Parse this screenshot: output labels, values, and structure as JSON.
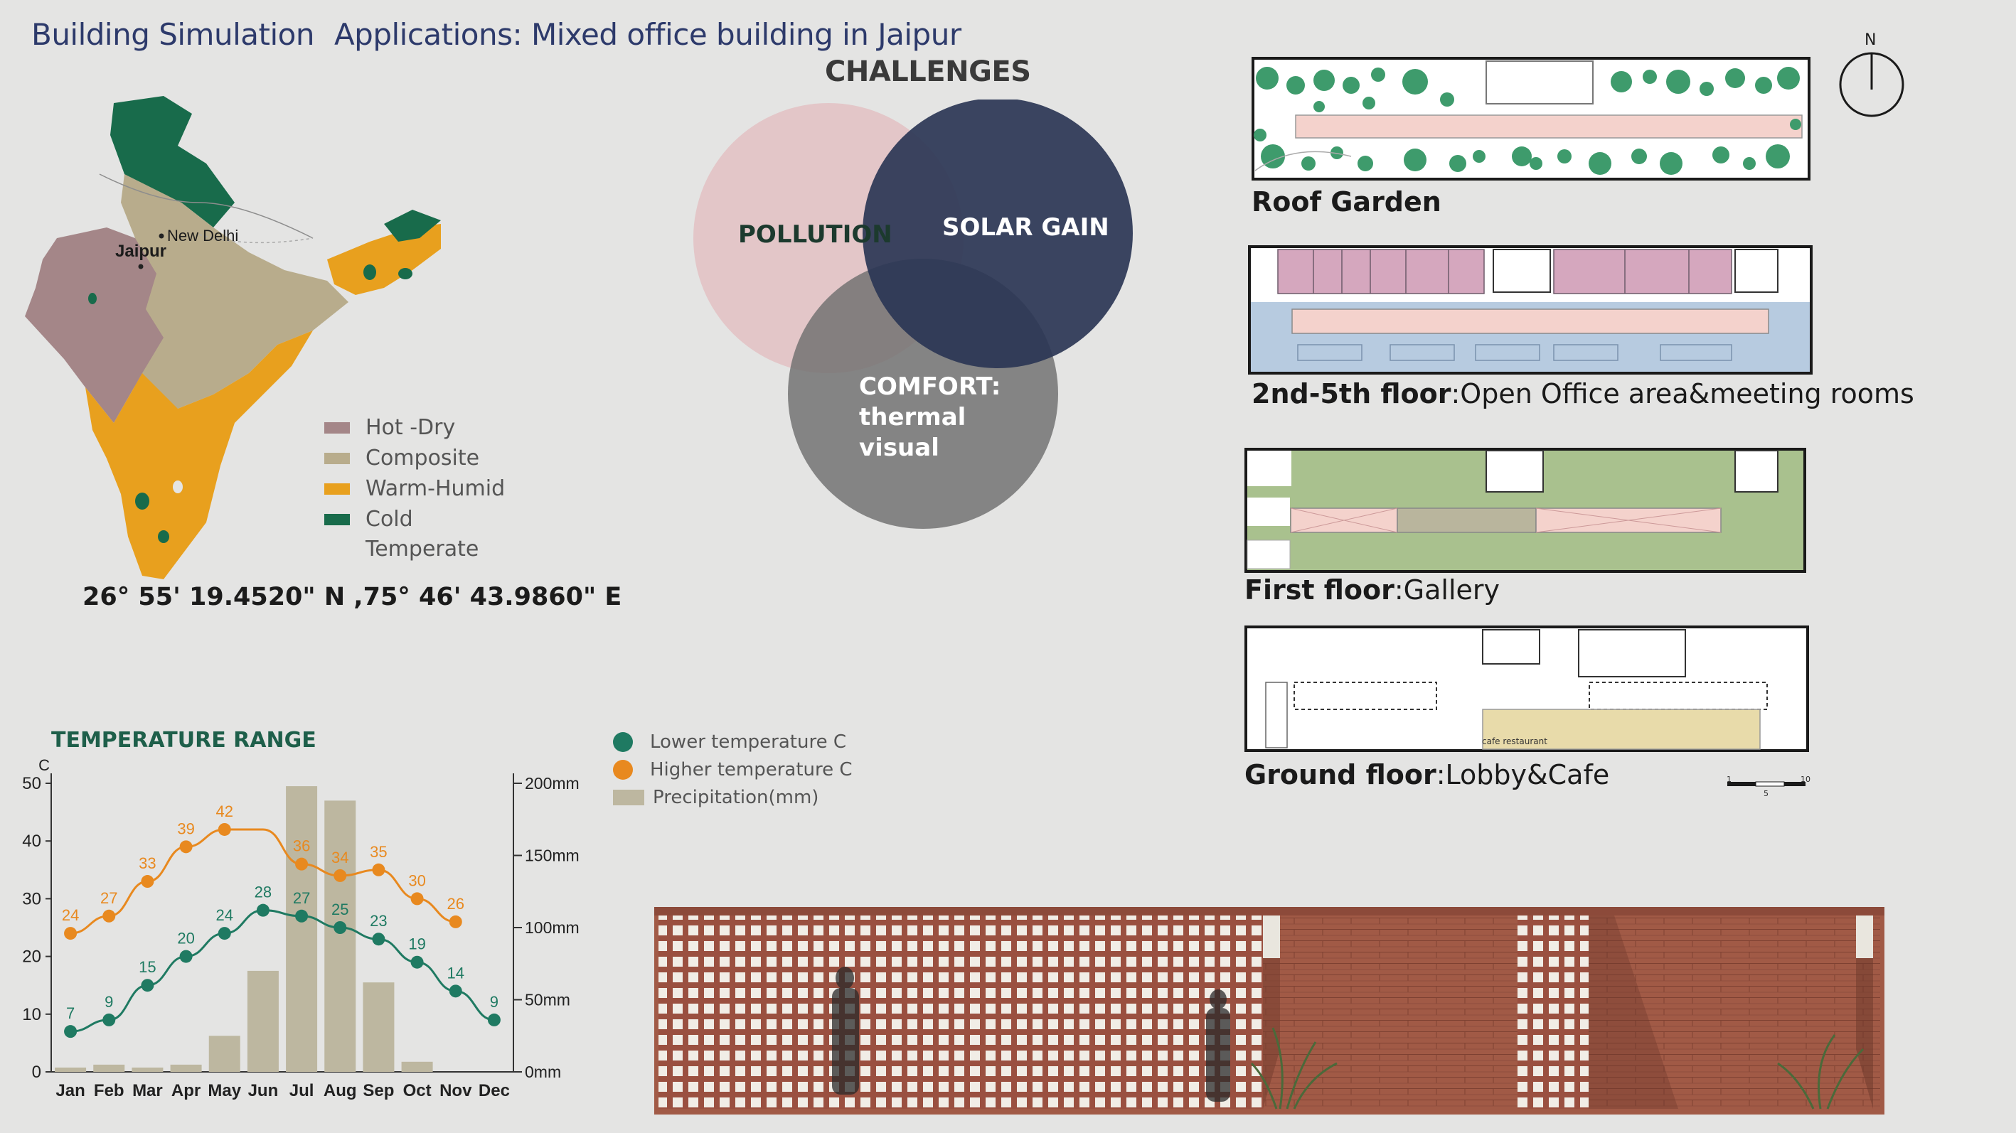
{
  "page": {
    "title_part1": "Building Simulation",
    "title_part2": "Applications: Mixed office building in Jaipur"
  },
  "map": {
    "labels": {
      "new_delhi": "New Delhi",
      "jaipur": "Jaipur"
    },
    "coordinates": "26° 55' 19.4520\" N ,75° 46' 43.9860\" E",
    "legend": [
      {
        "label": "Hot -Dry",
        "color": "#a48688"
      },
      {
        "label": "Composite",
        "color": "#b8ac8c"
      },
      {
        "label": "Warm-Humid",
        "color": "#e8a01e"
      },
      {
        "label": "Cold",
        "color": "#186b4b"
      }
    ],
    "legend_extra": "Temperate"
  },
  "challenges": {
    "title": "CHALLENGES",
    "pollution": "POLLUTION",
    "solar_gain": "SOLAR GAIN",
    "comfort_line1": "COMFORT:",
    "comfort_line2": "thermal",
    "comfort_line3": "visual",
    "colors": {
      "pollution": "#e3c4c6",
      "solar": "#2b3655",
      "comfort": "#6f6f6f"
    }
  },
  "plans": {
    "compass": "N",
    "roof": {
      "bold": "Roof Garden",
      "rest": ""
    },
    "typical": {
      "bold": "2nd-5th floor",
      "rest": ":Open Office area&meeting rooms"
    },
    "first": {
      "bold": "First floor",
      "rest": ":Gallery"
    },
    "ground": {
      "bold": "Ground floor",
      "rest": ":Lobby&Cafe"
    },
    "cafe_label": "cafe restaurant",
    "scale": {
      "s1": "1",
      "s5": "5",
      "s10": "10"
    }
  },
  "chart_data": {
    "type": "bar",
    "title": "TEMPERATURE RANGE",
    "ylabel": "C",
    "categories": [
      "Jan",
      "Feb",
      "Mar",
      "Apr",
      "May",
      "Jun",
      "Jul",
      "Aug",
      "Sep",
      "Oct",
      "Nov",
      "Dec"
    ],
    "ylim": [
      0,
      50
    ],
    "yticks": [
      0,
      10,
      20,
      30,
      40,
      50
    ],
    "y2lim": [
      0,
      200
    ],
    "y2ticks": [
      "0mm",
      "50mm",
      "100mm",
      "150mm",
      "200mm"
    ],
    "y2tick_values": [
      0,
      50,
      100,
      150,
      200
    ],
    "series": [
      {
        "name": "Lower temperature C",
        "type": "line",
        "color": "#1f7a62",
        "values": [
          7,
          9,
          15,
          20,
          24,
          28,
          27,
          25,
          23,
          19,
          14,
          9
        ]
      },
      {
        "name": "Higher temperature C",
        "type": "line",
        "color": "#e8891f",
        "values": [
          24,
          27,
          33,
          39,
          42,
          null,
          36,
          34,
          35,
          30,
          26,
          null
        ]
      },
      {
        "name": "Precipitation(mm)",
        "type": "bar",
        "axis": "right",
        "color": "#bdb7a0",
        "values": [
          3,
          5,
          3,
          5,
          25,
          70,
          198,
          188,
          62,
          7,
          0,
          0
        ]
      }
    ],
    "higher_curve": [
      24,
      27,
      33,
      39,
      42,
      42,
      36,
      34,
      35,
      30,
      26
    ]
  }
}
